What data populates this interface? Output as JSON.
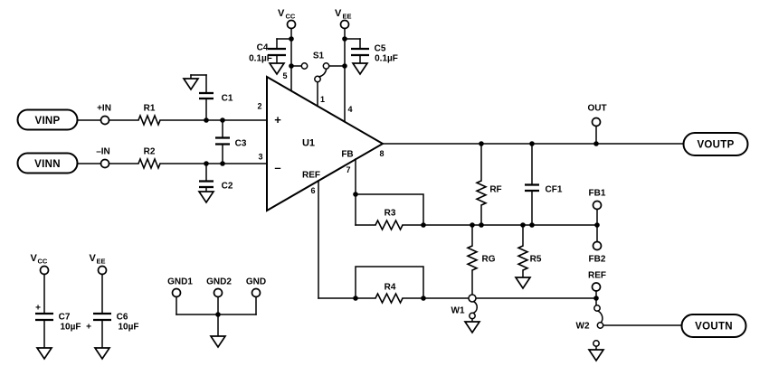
{
  "colors": {
    "ink": "#000000",
    "background": "#ffffff"
  },
  "ports": {
    "vinp": "VINP",
    "vinn": "VINN",
    "voutp": "VOUTP",
    "voutn": "VOUTN"
  },
  "inputs": {
    "plus_in": "+IN",
    "minus_in": "–IN",
    "r1": "R1",
    "r2": "R2",
    "c1": "C1",
    "c2": "C2",
    "c3": "C3"
  },
  "supply_top": {
    "v": "V",
    "cc": "CC",
    "ee": "EE",
    "c4": "C4",
    "c4_val": "0.1µF",
    "c5": "C5",
    "c5_val": "0.1µF",
    "s1": "S1"
  },
  "opamp": {
    "name": "U1",
    "plus": "+",
    "minus": "–",
    "fb": "FB",
    "ref": "REF",
    "pin1": "1",
    "pin2": "2",
    "pin3": "3",
    "pin4": "4",
    "pin5": "5",
    "pin6": "6",
    "pin7": "7",
    "pin8": "8"
  },
  "feedback": {
    "rf": "RF",
    "cf1": "CF1",
    "r3": "R3",
    "r4": "R4",
    "rg": "RG",
    "r5": "R5",
    "w1": "W1",
    "w2": "W2"
  },
  "testpoints": {
    "out": "OUT",
    "fb1": "FB1",
    "fb2": "FB2",
    "ref": "REF"
  },
  "supply_bottom": {
    "v": "V",
    "cc": "CC",
    "ee": "EE",
    "plus": "+",
    "c7": "C7",
    "c7_val": "10µF",
    "c6": "C6",
    "c6_val": "10µF"
  },
  "gnd": {
    "gnd1": "GND1",
    "gnd2": "GND2",
    "gnd": "GND"
  }
}
